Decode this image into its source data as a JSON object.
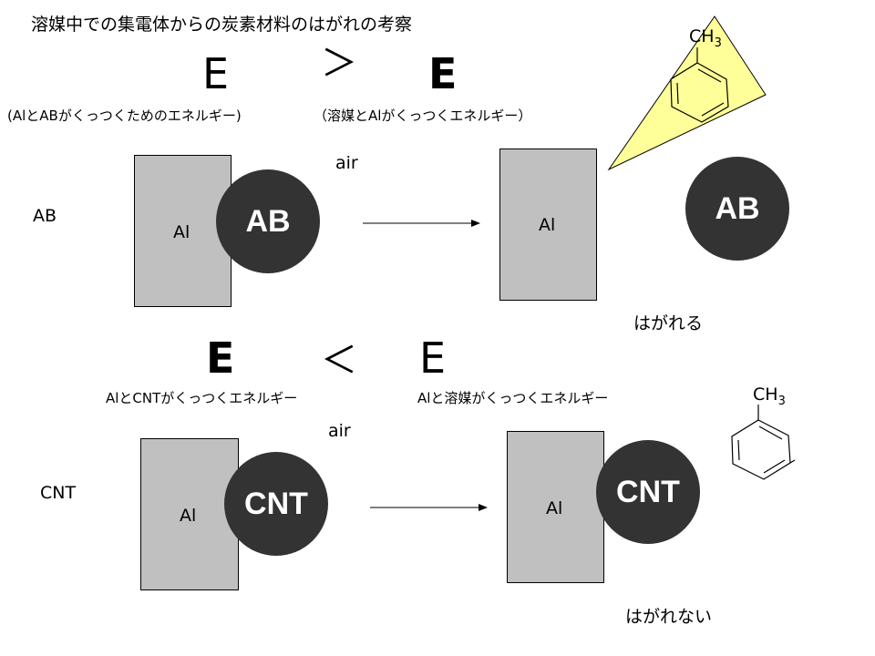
{
  "title": "溶媒中での集電体からの炭素材料のはがれの考察",
  "ab_section": {
    "row_label": "AB",
    "e_left": "E",
    "relation": "＞",
    "e_right": "E",
    "note_left": "(AlとABがくっつくためのエネルギー)",
    "note_right": "（溶媒とAlがくっつくエネルギー）",
    "air": "air",
    "al": "Al",
    "particle": "AB",
    "result": "はがれる"
  },
  "cnt_section": {
    "row_label": "CNT",
    "e_left": "E",
    "relation": "＜",
    "e_right": "E",
    "note_left": "AlとCNTがくっつくエネルギー",
    "note_right": "Alと溶媒がくっつくエネルギー",
    "air": "air",
    "al": "Al",
    "particle": "CNT",
    "result": "はがれない"
  },
  "molecule": {
    "ch": "CH",
    "sub": "3"
  },
  "colors": {
    "al_plate": "#c0c0c0",
    "particle": "#333333",
    "triangle": "#ffff99"
  }
}
